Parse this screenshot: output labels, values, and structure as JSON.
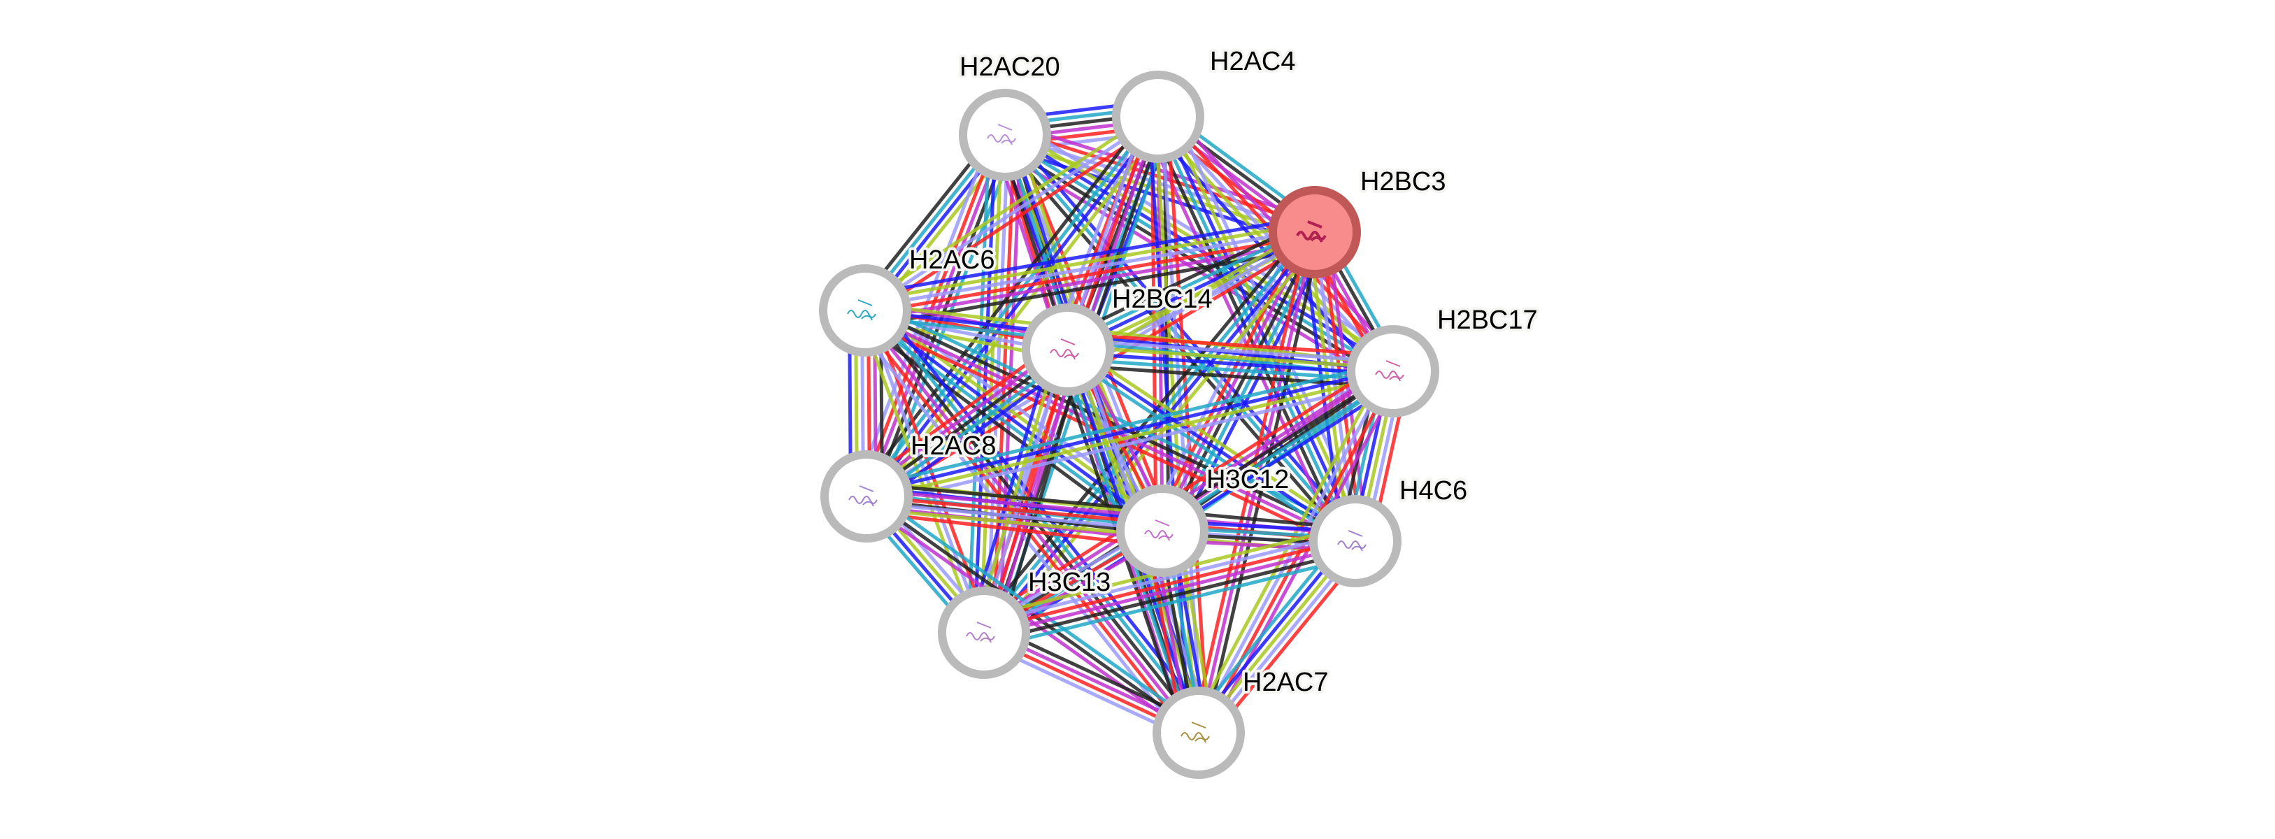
{
  "network": {
    "edge_colors": [
      "#ff2020",
      "#202020",
      "#1a1aff",
      "#9a9aff",
      "#c030d0",
      "#20a8c8",
      "#a8c820"
    ],
    "query_color": "#f88c8c",
    "query_border": "#c05858",
    "node_border": "#bababa",
    "nodes": [
      {
        "id": "H2AC20",
        "label": "H2AC20",
        "query": false,
        "structure": "#b890d8"
      },
      {
        "id": "H2AC4",
        "label": "H2AC4",
        "query": false,
        "structure": ""
      },
      {
        "id": "H2BC3",
        "label": "H2BC3",
        "query": true,
        "structure": "#b02050"
      },
      {
        "id": "H2AC6",
        "label": "H2AC6",
        "query": false,
        "structure": "#30a8c0"
      },
      {
        "id": "H2BC14",
        "label": "H2BC14",
        "query": false,
        "structure": "#d060a8"
      },
      {
        "id": "H2BC17",
        "label": "H2BC17",
        "query": false,
        "structure": "#d060a8"
      },
      {
        "id": "H2AC8",
        "label": "H2AC8",
        "query": false,
        "structure": "#a080d0"
      },
      {
        "id": "H3C12",
        "label": "H3C12",
        "query": false,
        "structure": "#c070c8"
      },
      {
        "id": "H4C6",
        "label": "H4C6",
        "query": false,
        "structure": "#a080d0"
      },
      {
        "id": "H3C13",
        "label": "H3C13",
        "query": false,
        "structure": "#b080c8"
      },
      {
        "id": "H2AC7",
        "label": "H2AC7",
        "query": false,
        "structure": "#a89040"
      }
    ]
  }
}
